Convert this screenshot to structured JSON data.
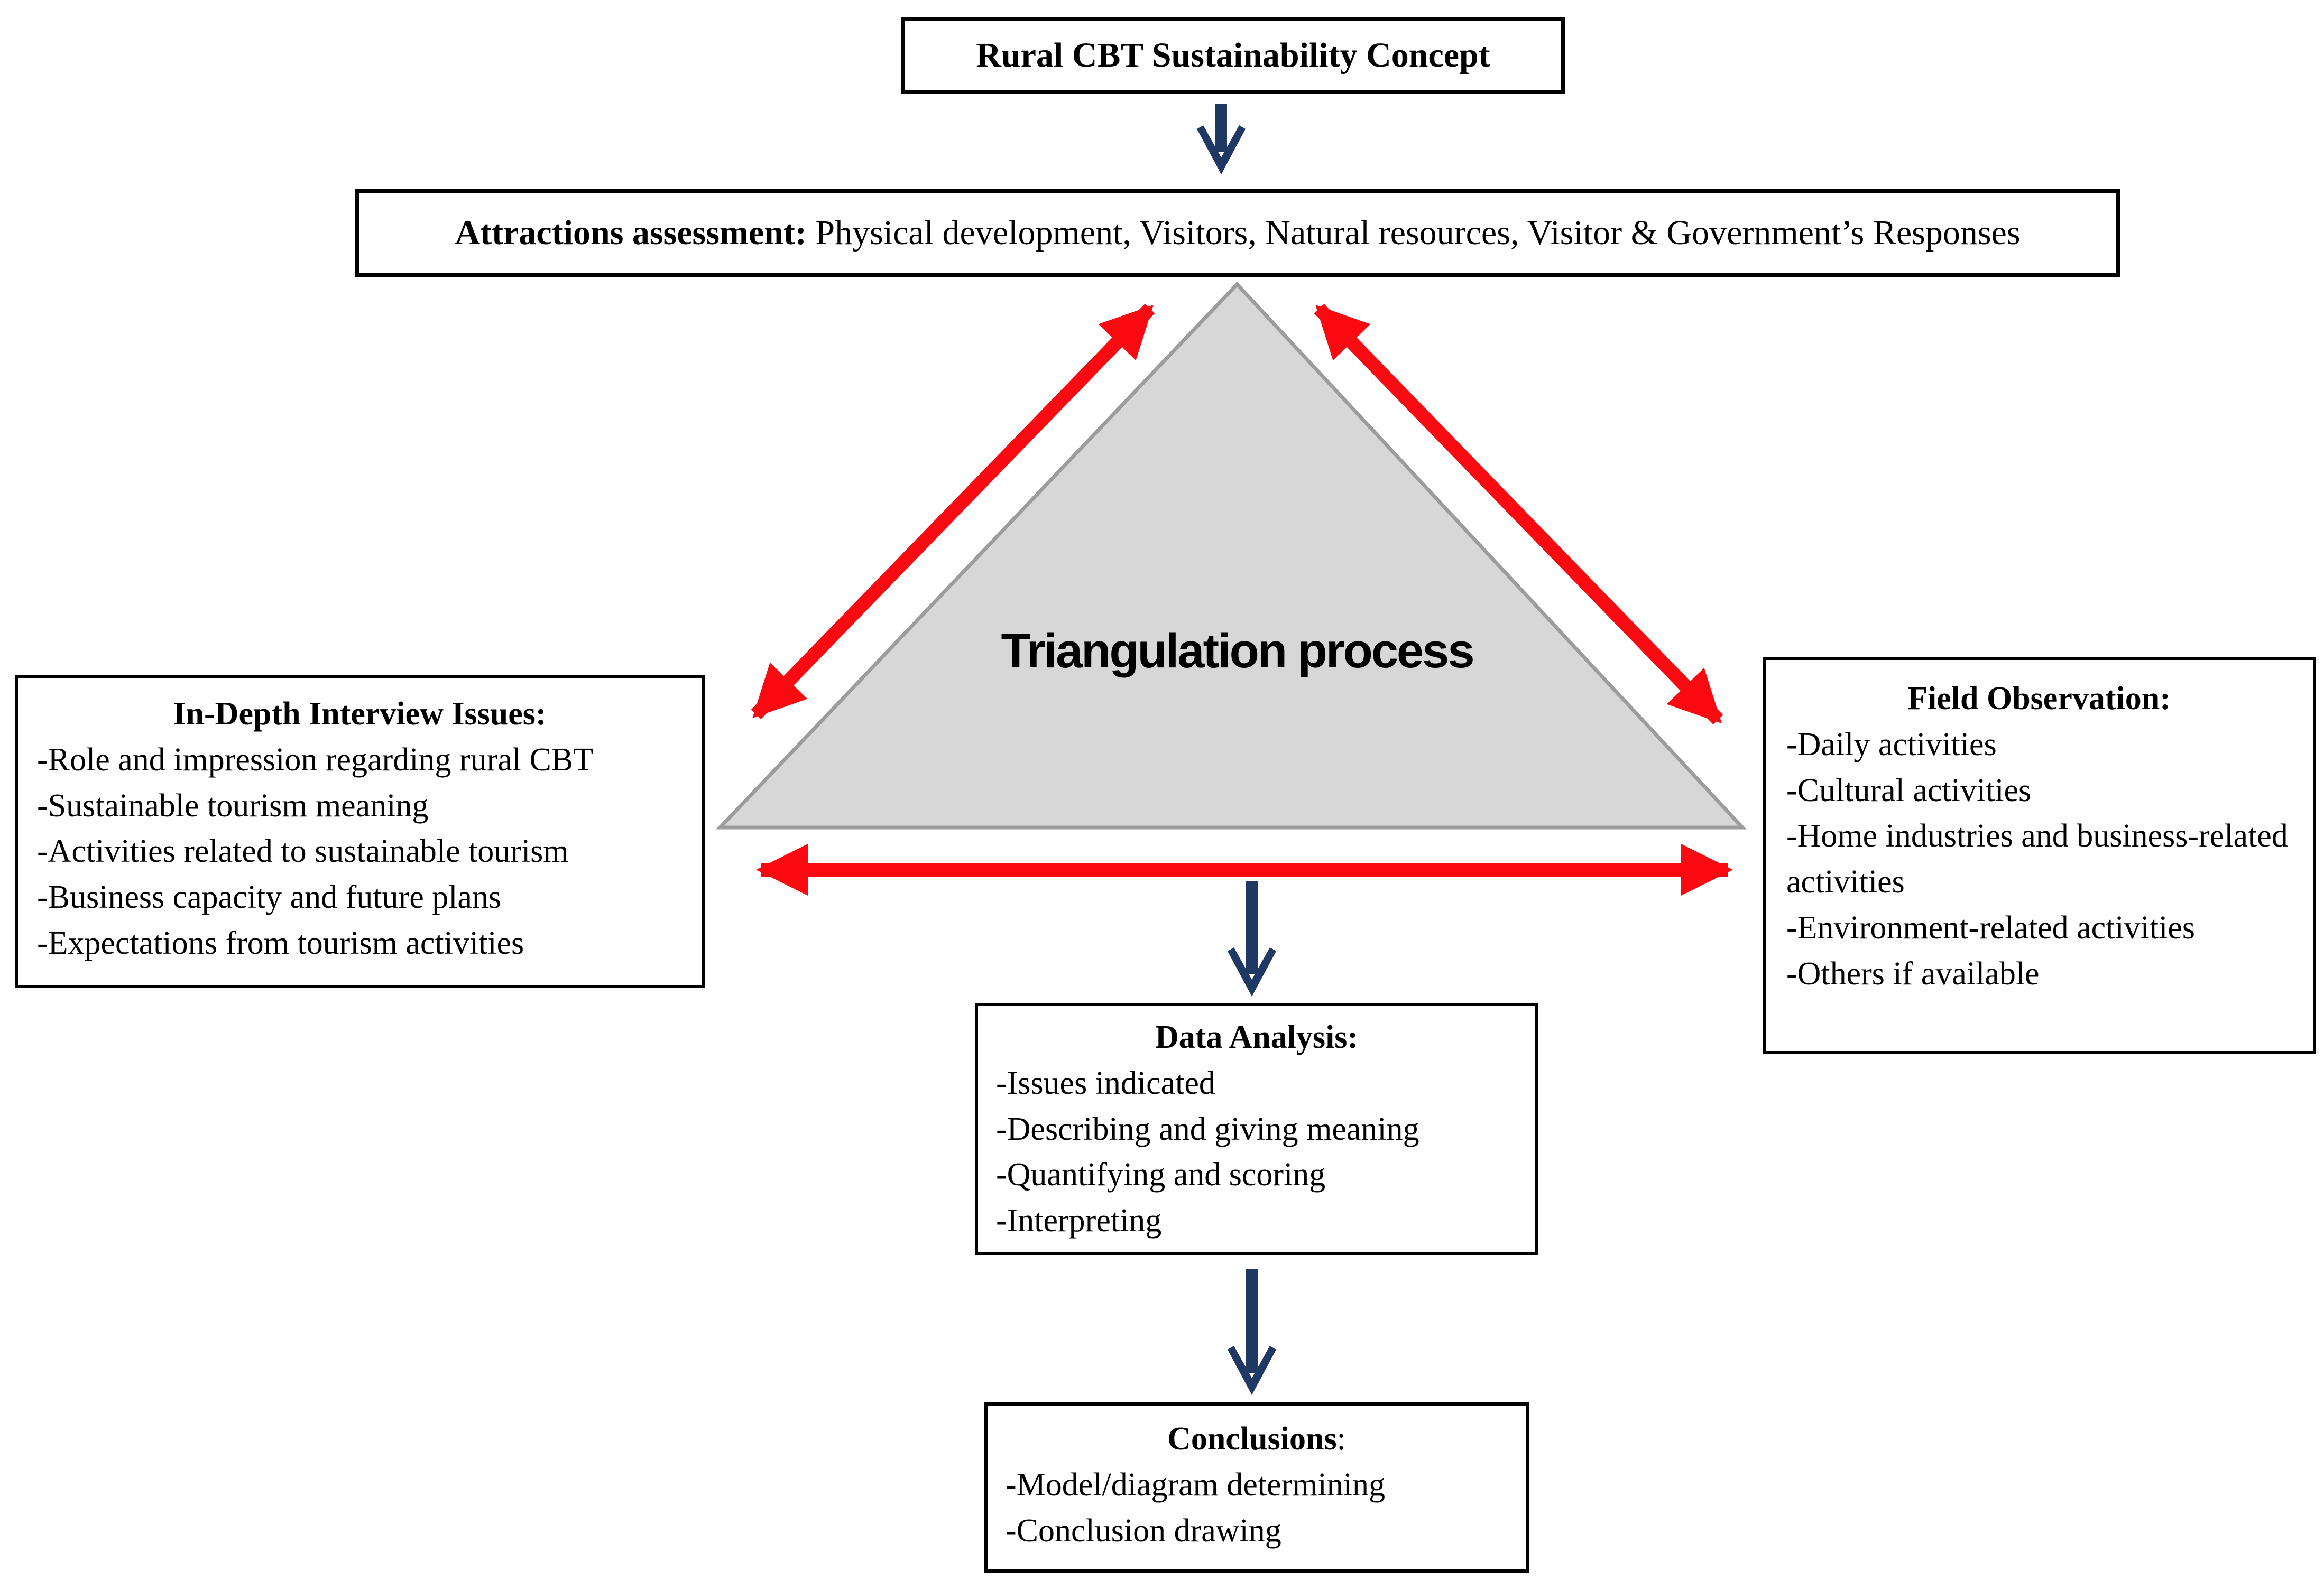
{
  "figure": {
    "top_box": {
      "label": "Rural CBT Sustainability Concept"
    },
    "attractions_box": {
      "label_bold": "Attractions assessment:",
      "label_rest": " Physical development, Visitors, Natural resources, Visitor & Government’s Responses"
    },
    "triangle": {
      "label": "Triangulation process",
      "fill": "#d7d7d7",
      "stroke": "#9c9c9c"
    },
    "interview_box": {
      "heading": "In-Depth Interview Issues:",
      "items": [
        "-Role and impression regarding rural CBT",
        "-Sustainable tourism meaning",
        "-Activities related to sustainable tourism",
        "-Business capacity and future plans",
        "-Expectations from tourism activities"
      ]
    },
    "observation_box": {
      "heading": "Field Observation:",
      "items": [
        "-Daily activities",
        "-Cultural activities",
        "-Home industries and business-related activities",
        "-Environment-related activities",
        "-Others if available"
      ]
    },
    "data_analysis_box": {
      "heading": "Data Analysis:",
      "items": [
        "-Issues indicated",
        "-Describing and giving meaning",
        "-Quantifying and scoring",
        "-Interpreting"
      ]
    },
    "conclusions_box": {
      "heading_bold": "Conclusions",
      "heading_rest": ":",
      "items": [
        "-Model/diagram determining",
        "-Conclusion drawing"
      ]
    },
    "colors": {
      "red_arrow": "#fa0a10",
      "navy_arrow": "#1f3864"
    }
  }
}
